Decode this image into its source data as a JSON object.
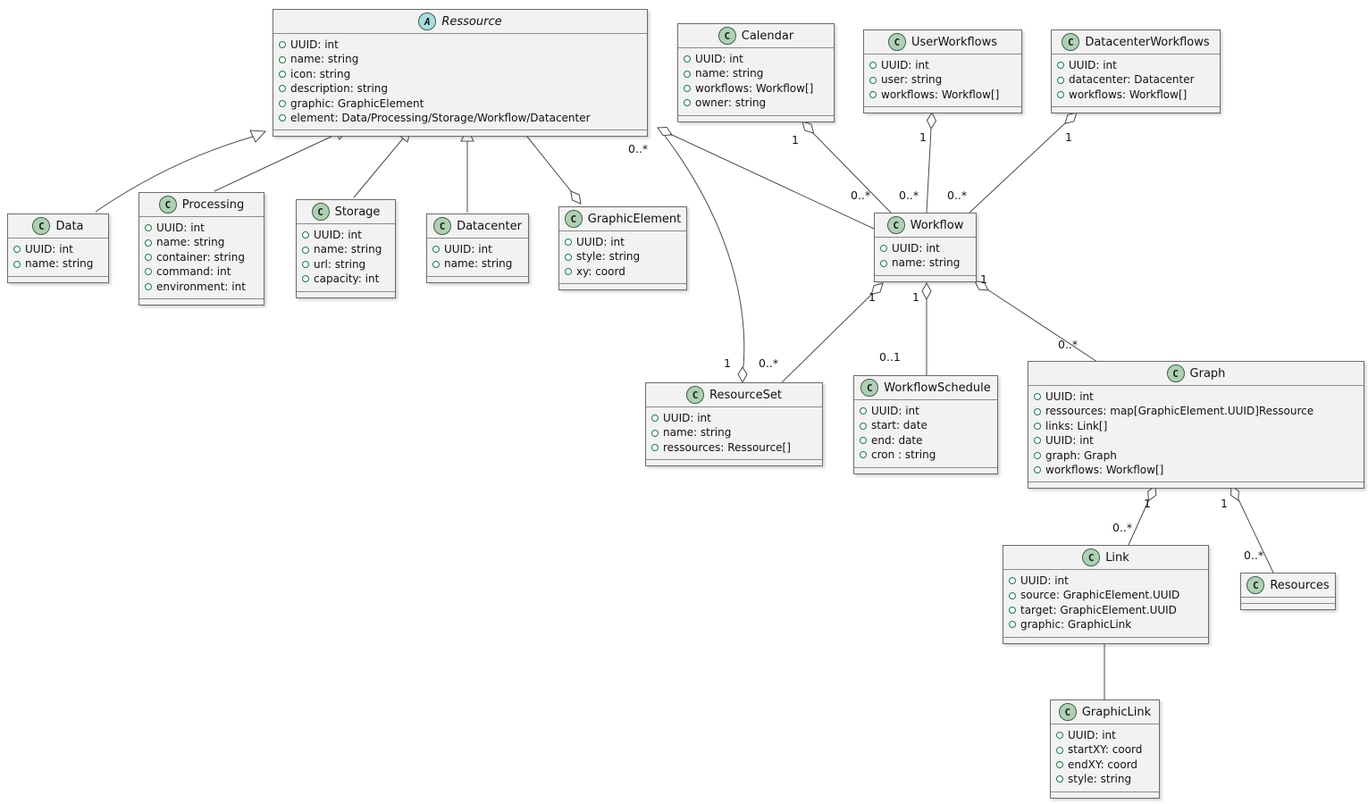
{
  "diagram": {
    "type": "uml-class-diagram",
    "background": "#ffffff",
    "colors": {
      "box_fill": "#f2f2f2",
      "box_border": "#6b6b6b",
      "class_icon_fill": "#add1b2",
      "abstract_icon_fill": "#a9dcdf",
      "field_icon_color": "#148043",
      "edge_color": "#4a4a4a"
    }
  },
  "classes": [
    {
      "key": "ressource",
      "icon": "A",
      "name": "Ressource",
      "abstract": true,
      "attrs": [
        "UUID: int",
        "name: string",
        "icon: string",
        "description: string",
        "graphic: GraphicElement",
        "element: Data/Processing/Storage/Workflow/Datacenter"
      ]
    },
    {
      "key": "calendar",
      "icon": "C",
      "name": "Calendar",
      "attrs": [
        "UUID: int",
        "name: string",
        "workflows: Workflow[]",
        "owner: string"
      ]
    },
    {
      "key": "user-workflows",
      "icon": "C",
      "name": "UserWorkflows",
      "attrs": [
        "UUID: int",
        "user: string",
        "workflows: Workflow[]"
      ]
    },
    {
      "key": "datacenter-workflows",
      "icon": "C",
      "name": "DatacenterWorkflows",
      "attrs": [
        "UUID: int",
        "datacenter: Datacenter",
        "workflows: Workflow[]"
      ]
    },
    {
      "key": "data",
      "icon": "C",
      "name": "Data",
      "attrs": [
        "UUID: int",
        "name: string"
      ]
    },
    {
      "key": "processing",
      "icon": "C",
      "name": "Processing",
      "attrs": [
        "UUID: int",
        "name: string",
        "container: string",
        "command: int",
        "environment: int"
      ]
    },
    {
      "key": "storage",
      "icon": "C",
      "name": "Storage",
      "attrs": [
        "UUID: int",
        "name: string",
        "url: string",
        "capacity: int"
      ]
    },
    {
      "key": "datacenter",
      "icon": "C",
      "name": "Datacenter",
      "attrs": [
        "UUID: int",
        "name: string"
      ]
    },
    {
      "key": "graphic-element",
      "icon": "C",
      "name": "GraphicElement",
      "attrs": [
        "UUID: int",
        "style: string",
        "xy: coord"
      ]
    },
    {
      "key": "workflow",
      "icon": "C",
      "name": "Workflow",
      "attrs": [
        "UUID: int",
        "name: string"
      ]
    },
    {
      "key": "resource-set",
      "icon": "C",
      "name": "ResourceSet",
      "attrs": [
        "UUID: int",
        "name: string",
        "ressources: Ressource[]"
      ]
    },
    {
      "key": "workflow-schedule",
      "icon": "C",
      "name": "WorkflowSchedule",
      "attrs": [
        "UUID: int",
        "start: date",
        "end: date",
        "cron : string"
      ]
    },
    {
      "key": "graph",
      "icon": "C",
      "name": "Graph",
      "attrs": [
        "UUID: int",
        "ressources: map[GraphicElement.UUID]Ressource",
        "links: Link[]",
        "UUID: int",
        "graph: Graph",
        "workflows: Workflow[]"
      ]
    },
    {
      "key": "link",
      "icon": "C",
      "name": "Link",
      "attrs": [
        "UUID: int",
        "source: GraphicElement.UUID",
        "target: GraphicElement.UUID",
        "graphic: GraphicLink"
      ]
    },
    {
      "key": "resources",
      "icon": "C",
      "name": "Resources",
      "attrs": []
    },
    {
      "key": "graphic-link",
      "icon": "C",
      "name": "GraphicLink",
      "attrs": [
        "UUID: int",
        "startXY: coord",
        "endXY: coord",
        "style: string"
      ]
    }
  ],
  "labels": {
    "calendar_end": "1",
    "calendar_workflow_end": "0..*",
    "userworkflows_end": "1",
    "userworkflows_workflow_end": "0..*",
    "datacenterworkflows_end": "1",
    "datacenterworkflows_workflow_end": "0..*",
    "ressource_corner": "0..*",
    "resourceset_end": "1",
    "workflow_resourceset_src": "1",
    "workflow_resourceset_dst": "0..*",
    "workflow_schedule_src": "1",
    "workflow_schedule_dst": "0..1",
    "workflow_graph_src": "1",
    "workflow_graph_dst": "0..*",
    "graph_link_src": "1",
    "graph_link_dst": "0..*",
    "graph_resources_src": "1",
    "graph_resources_dst": "0..*"
  }
}
